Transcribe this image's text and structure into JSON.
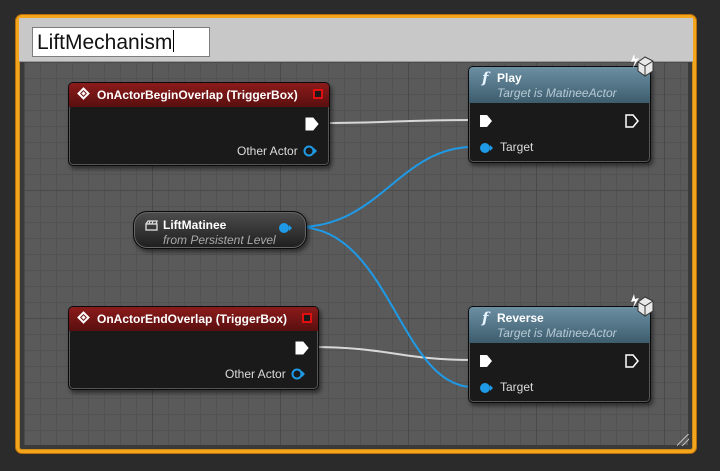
{
  "comment": {
    "title": "LiftMechanism"
  },
  "nodes": {
    "begin_overlap": {
      "title": "OnActorBeginOverlap (TriggerBox)",
      "out_label": "Other Actor"
    },
    "end_overlap": {
      "title": "OnActorEndOverlap (TriggerBox)",
      "out_label": "Other Actor"
    },
    "play": {
      "title": "Play",
      "subtitle": "Target is MatineeActor",
      "target_label": "Target"
    },
    "reverse": {
      "title": "Reverse",
      "subtitle": "Target is MatineeActor",
      "target_label": "Target"
    },
    "matinee": {
      "title": "LiftMatinee",
      "subtitle": "from Persistent Level"
    }
  },
  "icons": {
    "event": "event-diamond-icon",
    "function": "function-f-icon",
    "actor": "actor-cube-icon",
    "matinee": "clapperboard-icon"
  },
  "colors": {
    "comment_border": "#f4a51c",
    "event_header": "#8b1b1b",
    "function_header": "#5c7f93",
    "object_pin": "#1f9ae6",
    "exec_wire": "#d8d8d8"
  }
}
